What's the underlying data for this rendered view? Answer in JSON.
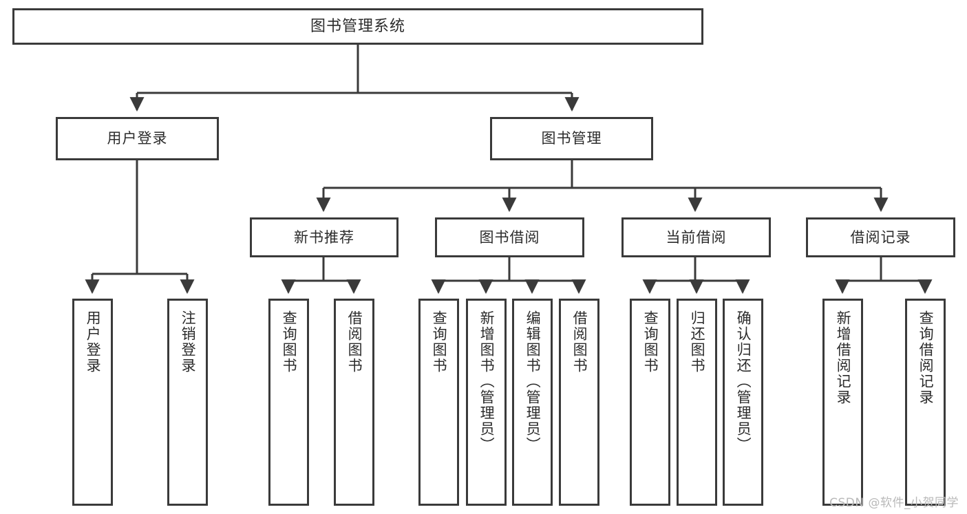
{
  "diagram": {
    "title": "图书管理系统",
    "type": "tree-hierarchy-chart",
    "root": {
      "label": "图书管理系统"
    },
    "level2": [
      {
        "label": "用户登录"
      },
      {
        "label": "图书管理"
      }
    ],
    "level3": [
      {
        "label": "新书推荐"
      },
      {
        "label": "图书借阅"
      },
      {
        "label": "当前借阅"
      },
      {
        "label": "借阅记录"
      }
    ],
    "leaves": {
      "user_login": [
        {
          "label": "用户登录"
        },
        {
          "label": "注销登录"
        }
      ],
      "new_book_recommend": [
        {
          "label": "查询图书"
        },
        {
          "label": "借阅图书"
        }
      ],
      "book_borrow": [
        {
          "label": "查询图书"
        },
        {
          "label": "新增图书（管理员）"
        },
        {
          "label": "编辑图书（管理员）"
        },
        {
          "label": "借阅图书"
        }
      ],
      "current_borrow": [
        {
          "label": "查询图书"
        },
        {
          "label": "归还图书"
        },
        {
          "label": "确认归还（管理员）"
        }
      ],
      "borrow_record": [
        {
          "label": "新增借阅记录"
        },
        {
          "label": "查询借阅记录"
        }
      ]
    }
  },
  "watermark": {
    "text": "CSDN @软件_小贺同学"
  },
  "colors": {
    "stroke": "#3a3a3a",
    "text": "#2b2b2b",
    "background": "#ffffff",
    "watermark": "#b9b9b9"
  }
}
